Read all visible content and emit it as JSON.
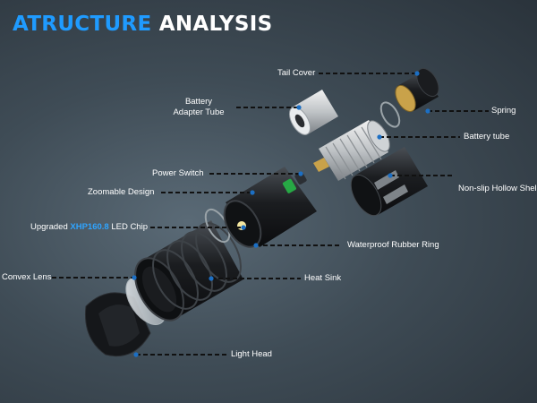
{
  "title": {
    "part1": "ATRUCTURE",
    "part2": "ANALYSIS"
  },
  "colors": {
    "accent": "#1f9bff",
    "leader": "#111111",
    "dot": "#1c6fc4",
    "label": "#ffffff"
  },
  "labels": {
    "tail_cover": "Tail Cover",
    "battery_adapter_1": "Battery",
    "battery_adapter_2": "Adapter Tube",
    "spring": "Spring",
    "battery_tube": "Battery tube",
    "power_switch": "Power Switch",
    "zoomable_design": "Zoomable Design",
    "non_slip_shell": "Non-slip Hollow Shell",
    "led_prefix": "Upgraded",
    "led_model": "XHP160.8",
    "led_suffix": "LED Chip",
    "waterproof_ring": "Waterproof Rubber Ring",
    "convex_lens": "Convex Lens",
    "heat_sink": "Heat Sink",
    "light_head": "Light Head"
  }
}
